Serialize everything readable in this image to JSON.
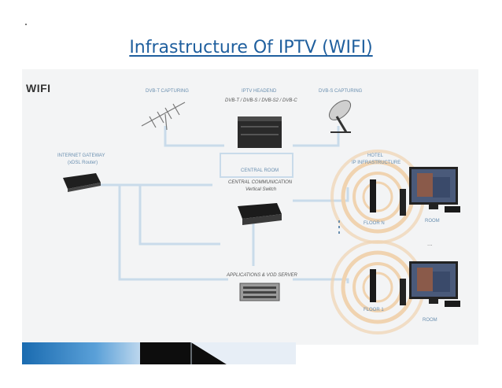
{
  "slide": {
    "title": "Infrastructure  Of IPTV (WIFI)",
    "section_label": "WIFI"
  },
  "labels": {
    "dvbt": "DVB-T CAPTURING",
    "headend": "IPTV HEADEND",
    "headend_sub": "DVB-T / DVB-S / DVB-S2 / DVB-C",
    "dvbs": "DVB-S CAPTURING",
    "gateway": "INTERNET GATEWAY",
    "gateway_sub": "(xDSL Router)",
    "central_room": "CENTRAL ROOM",
    "central_comm": "CENTRAL COMMUNICATION",
    "switch": "Vertical Switch",
    "server": "APPLICATIONS & VOD SERVER",
    "hotel": "HOTEL",
    "hotel_sub": "IP INFRASTRUCTURE",
    "floor_n": "FLOOR n",
    "floor_1": "FLOOR 1",
    "room_top": "ROOM",
    "room_bottom": "ROOM",
    "ellipsis": "..."
  },
  "colors": {
    "title": "#1f5f9e",
    "line": "#c9dbea",
    "wifi_ring": "#f0d3b0",
    "label": "#6a8fb0"
  }
}
